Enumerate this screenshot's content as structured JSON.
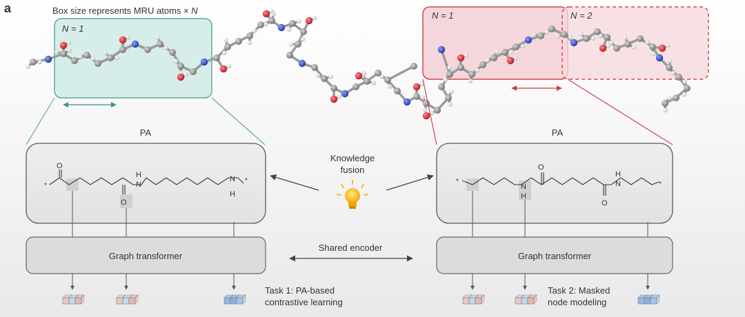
{
  "panel_label": "a",
  "header": {
    "caption_prefix": "Box size represents MRU atoms × ",
    "caption_var": "N"
  },
  "boxes": {
    "left_n1": "N = 1",
    "right_n1": "N = 1",
    "right_n2": "N = 2"
  },
  "pa": {
    "left_title": "PA",
    "right_title": "PA",
    "atom_o": "O",
    "atom_h": "H",
    "atom_n": "N",
    "star": "*"
  },
  "center": {
    "knowledge_line1": "Knowledge",
    "knowledge_line2": "fusion",
    "shared_encoder": "Shared encoder"
  },
  "encoders": {
    "left_label": "Graph transformer",
    "right_label": "Graph transformer"
  },
  "tasks": {
    "task1_line1": "Task 1: PA-based",
    "task1_line2": "contrastive learning",
    "task2_line1": "Task 2: Masked",
    "task2_line2": "node modeling"
  },
  "colors": {
    "teal_box": "#d3ebe7",
    "teal_border": "#5fa8a2",
    "red_box": "#f3cfd3",
    "red_border": "#d2454f",
    "oxygen": "#d7262b",
    "nitrogen": "#2447c9",
    "carbon": "#8f8f8f",
    "hydrogen": "#e8e8e8",
    "bulb": "#f4b400"
  }
}
